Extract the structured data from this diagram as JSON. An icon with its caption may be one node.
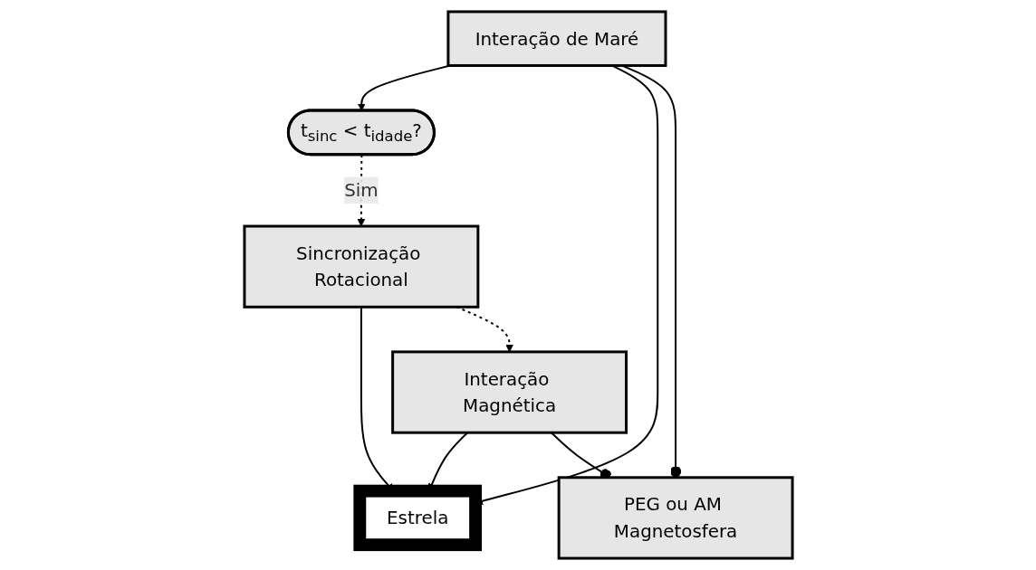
{
  "diagram": {
    "nodes": [
      {
        "text": [
          "Sincronização Rotacional"
        ]
      },
      {
        "text": [
          "t$_{sinc}$ < t$_{idade}$?"
        ]
      },
      {
        "text": [
          "Estrela"
        ]
      },
      {
        "text": [
          "Interação de Maré"
        ]
      },
      {
        "text": [
          "Interação Magnética"
        ]
      },
      {
        "text": [
          "PEG ou AM Magnetosfera"
        ]
      }
    ],
    "edges": [
      {
        "from": 1,
        "to": 0,
        "arrow": "to",
        "label": "Sim",
        "style": "dashed"
      },
      {
        "from": 0,
        "to": 2,
        "arrow": "to"
      },
      {
        "from": 3,
        "to": 1,
        "arrow": "to"
      },
      {
        "from": 3,
        "to": 2,
        "arrow": "to"
      },
      {
        "from": 3,
        "to": 5,
        "arrow": "other"
      },
      {
        "from": 4,
        "to": 2,
        "arrow": "to"
      },
      {
        "from": 4,
        "to": 5,
        "arrow": "other"
      },
      {
        "from": 0,
        "to": 4,
        "arrow": "to",
        "style": "dashed"
      }
    ]
  }
}
